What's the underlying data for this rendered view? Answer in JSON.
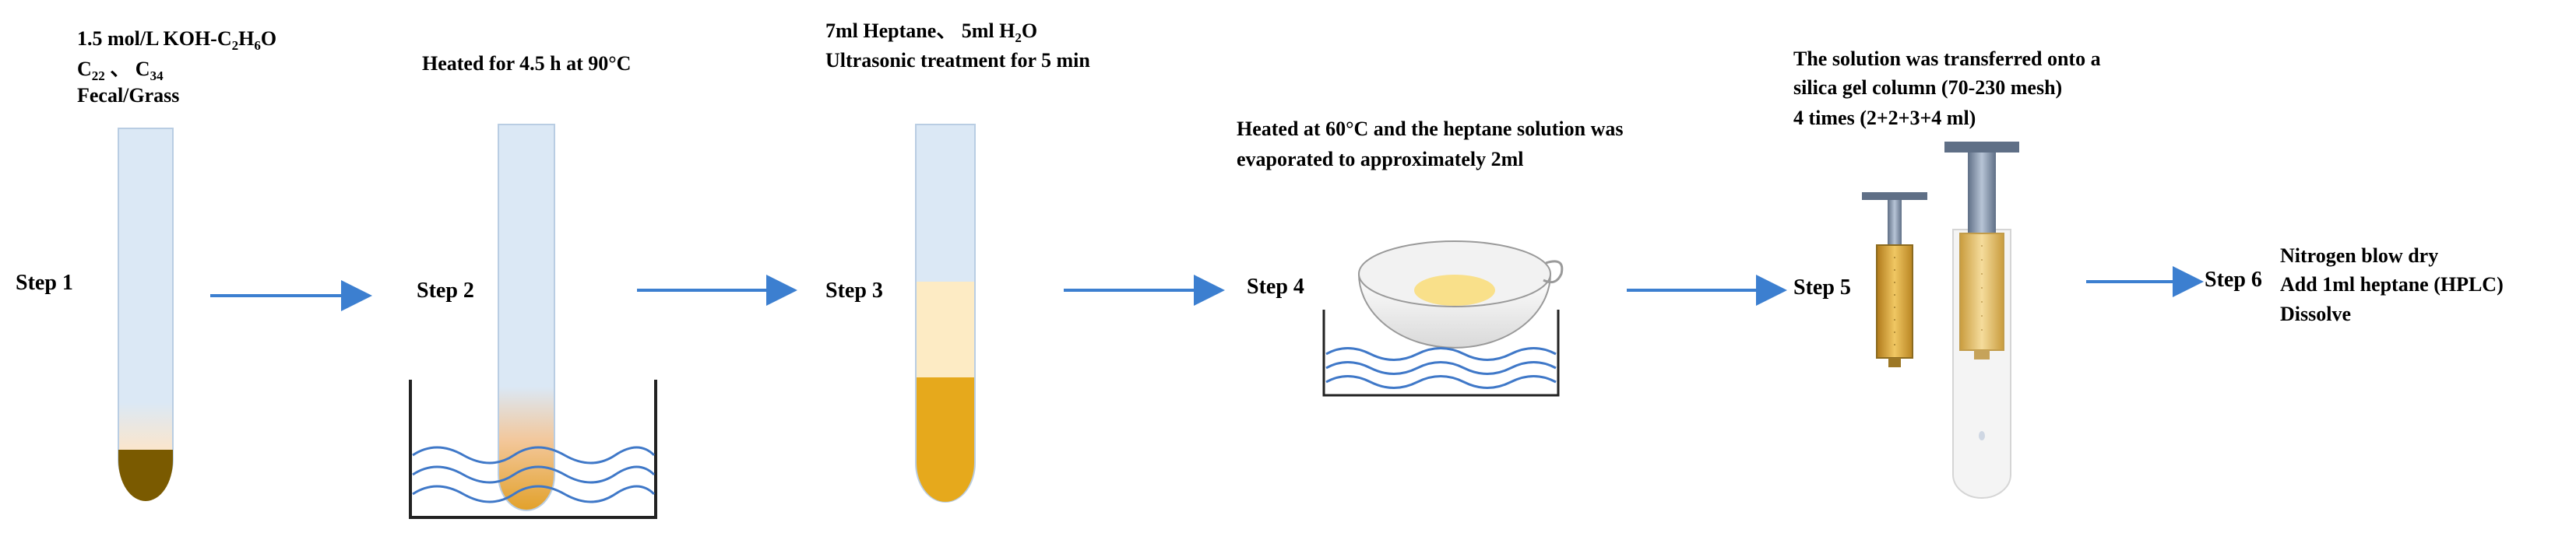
{
  "steps": [
    {
      "label": "Step 1",
      "lines": [
        "1.5 mol/L KOH-C2H6O",
        "C22 、C34",
        "Fecal/Grass"
      ]
    },
    {
      "label": "Step 2",
      "lines": [
        "Heated for 4.5 h at 90°C"
      ]
    },
    {
      "label": "Step 3",
      "lines": [
        "7ml Heptane、5ml H2O",
        "Ultrasonic treatment for 5 min"
      ]
    },
    {
      "label": "Step 4",
      "lines": [
        "Heated at 60°C and the heptane solution was",
        "evaporated to approximately 2ml"
      ]
    },
    {
      "label": "Step 5",
      "lines": [
        "The solution was transferred onto a",
        "silica gel column (70-230 mesh)",
        "4 times (2+2+3+4 ml)"
      ]
    },
    {
      "label": "Step 6",
      "lines": [
        "Nitrogen blow dry",
        "Add 1ml heptane (HPLC)",
        "Dissolve"
      ]
    }
  ],
  "formula_parts": {
    "koh_prefix": "1.5 mol/L KOH-C",
    "koh_sub1": "2",
    "koh_mid": "H",
    "koh_sub2": "6",
    "koh_suffix": "O",
    "c_a": "C",
    "c_a_sub": "22",
    "c_sep": " 、 ",
    "c_b": "C",
    "c_b_sub": "34",
    "hep_prefix": "7ml Heptane、 5ml H",
    "hep_sub": "2",
    "hep_suffix": "O"
  },
  "colors": {
    "tube_fill": "#dbe8f5",
    "tube_stroke": "#b9cde3",
    "sediment": "#7a5a00",
    "liquid_orange": "#e6a91c",
    "liquid_pale": "#fdebc4",
    "arrow": "#3c7fd0",
    "wave": "#3f78c8",
    "bath": "#222222"
  }
}
